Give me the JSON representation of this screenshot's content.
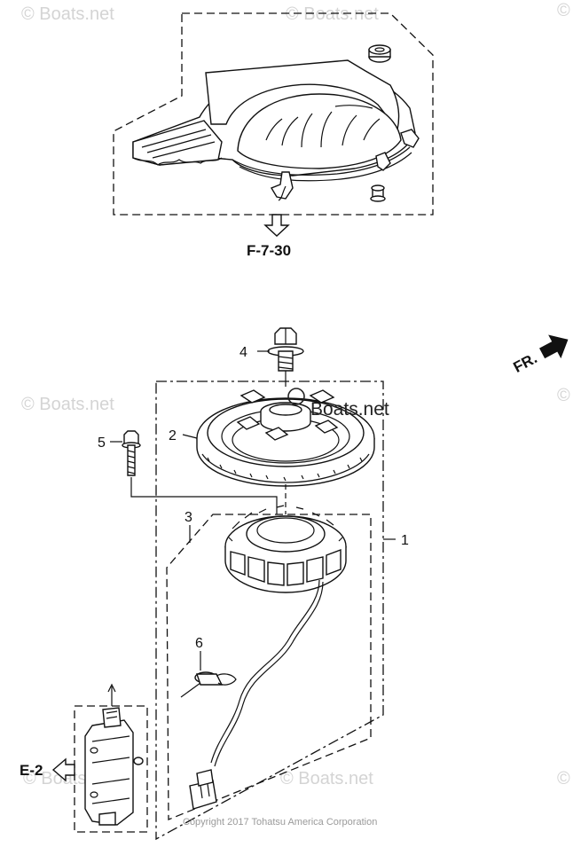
{
  "watermarks": {
    "top_left": "© Boats.net",
    "top_center": "© Boats.net",
    "mid_left": "© Boats.net",
    "center": "© Boats.net",
    "bottom_center": "© Boats.net",
    "bottom_left": "© Boats.net",
    "right_edge": "©"
  },
  "references": {
    "flywheel_cover_ref": "F-7-30",
    "front_direction": "FR.",
    "electrical_ref": "E-2"
  },
  "callouts": {
    "assembly": "1",
    "flywheel": "2",
    "stator": "3",
    "flywheel_bolt": "4",
    "stator_bolt": "5",
    "cable_tie": "6"
  },
  "copyright": "Copyright 2017 Tohatsu America Corporation",
  "colors": {
    "line": "#111111",
    "watermark": "#d4d4d4",
    "copyright": "#9a9a9a"
  }
}
